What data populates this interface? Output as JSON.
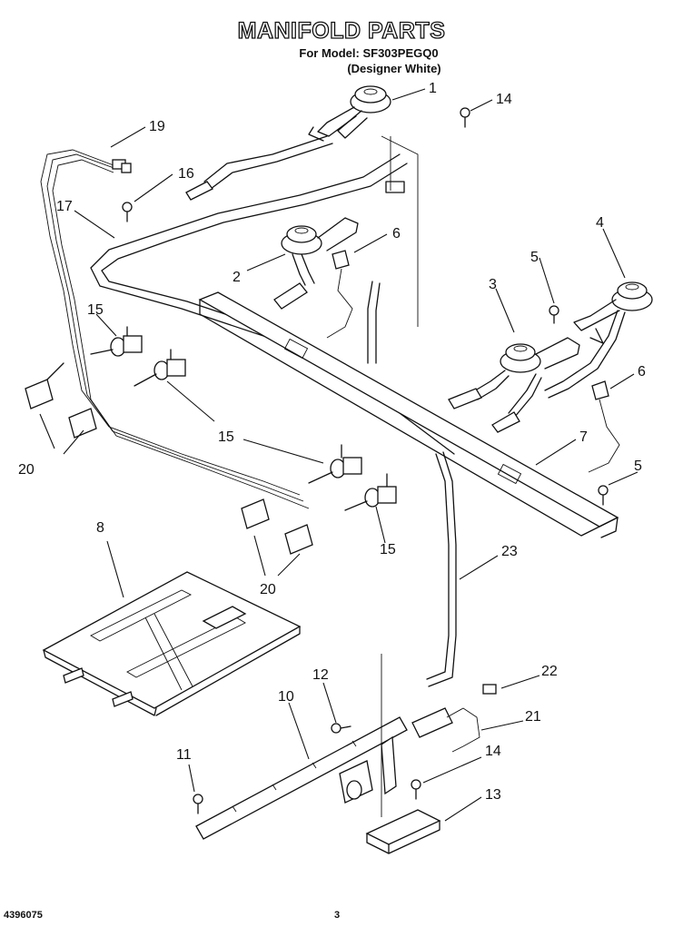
{
  "header": {
    "title": "MANIFOLD PARTS",
    "model_line": "For Model: SF303PEGQ0",
    "color_line": "(Designer White)"
  },
  "footer": {
    "doc_number": "4396075",
    "page_number": "3"
  },
  "callouts": [
    {
      "id": "c1",
      "label": "1"
    },
    {
      "id": "c14a",
      "label": "14"
    },
    {
      "id": "c19",
      "label": "19"
    },
    {
      "id": "c16",
      "label": "16"
    },
    {
      "id": "c17",
      "label": "17"
    },
    {
      "id": "c6a",
      "label": "6"
    },
    {
      "id": "c4",
      "label": "4"
    },
    {
      "id": "c2",
      "label": "2"
    },
    {
      "id": "c5a",
      "label": "5"
    },
    {
      "id": "c3",
      "label": "3"
    },
    {
      "id": "c15a",
      "label": "15"
    },
    {
      "id": "c6b",
      "label": "6"
    },
    {
      "id": "c15b",
      "label": "15"
    },
    {
      "id": "c7",
      "label": "7"
    },
    {
      "id": "c20a",
      "label": "20"
    },
    {
      "id": "c5b",
      "label": "5"
    },
    {
      "id": "c15c",
      "label": "15"
    },
    {
      "id": "c20b",
      "label": "20"
    },
    {
      "id": "c8",
      "label": "8"
    },
    {
      "id": "c23",
      "label": "23"
    },
    {
      "id": "c12",
      "label": "12"
    },
    {
      "id": "c22",
      "label": "22"
    },
    {
      "id": "c10",
      "label": "10"
    },
    {
      "id": "c21",
      "label": "21"
    },
    {
      "id": "c11",
      "label": "11"
    },
    {
      "id": "c14b",
      "label": "14"
    },
    {
      "id": "c13",
      "label": "13"
    }
  ]
}
